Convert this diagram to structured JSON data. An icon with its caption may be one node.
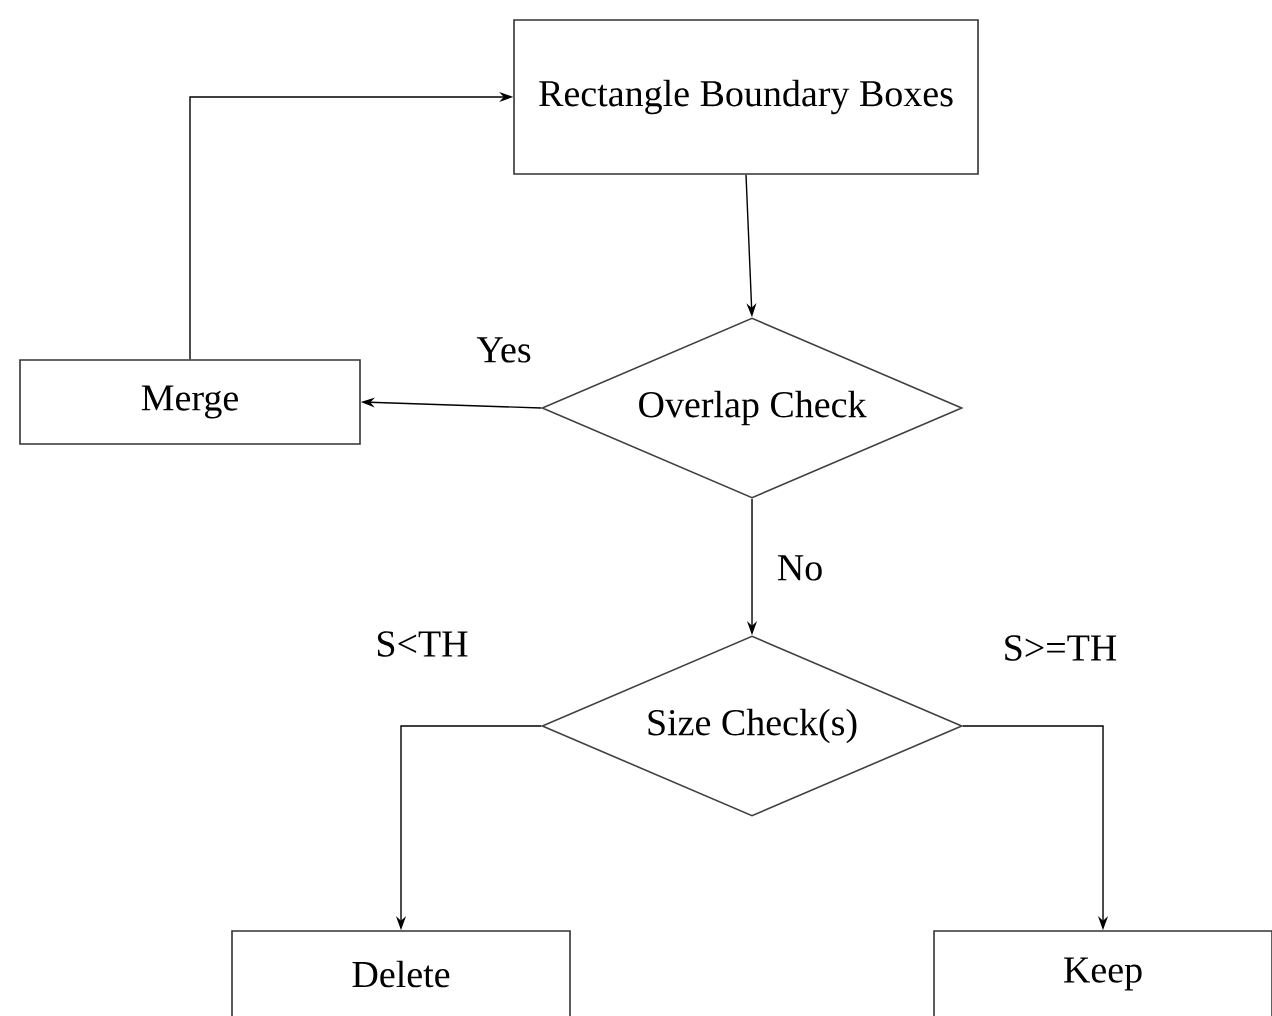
{
  "diagram": {
    "nodes": [
      {
        "text": [
          "Rectangle Boundary Boxes"
        ]
      },
      {
        "text": [
          "Overlap Check"
        ]
      },
      {
        "text": [
          "Merge"
        ]
      },
      {
        "text": [
          "Size Check(s)"
        ]
      },
      {
        "text": [
          "Delete"
        ]
      },
      {
        "text": [
          "Keep"
        ]
      }
    ],
    "edges": [
      {
        "from": 0,
        "to": 1,
        "arrow": "to"
      },
      {
        "from": 1,
        "to": 2,
        "arrow": "to",
        "label": "Yes"
      },
      {
        "from": 2,
        "to": 0,
        "arrow": "to"
      },
      {
        "from": 1,
        "to": 3,
        "arrow": "to",
        "label": "No"
      },
      {
        "from": 3,
        "to": 4,
        "arrow": "to",
        "label": "S<TH"
      },
      {
        "from": 3,
        "to": 5,
        "arrow": "to",
        "label": "S>=TH"
      }
    ]
  }
}
